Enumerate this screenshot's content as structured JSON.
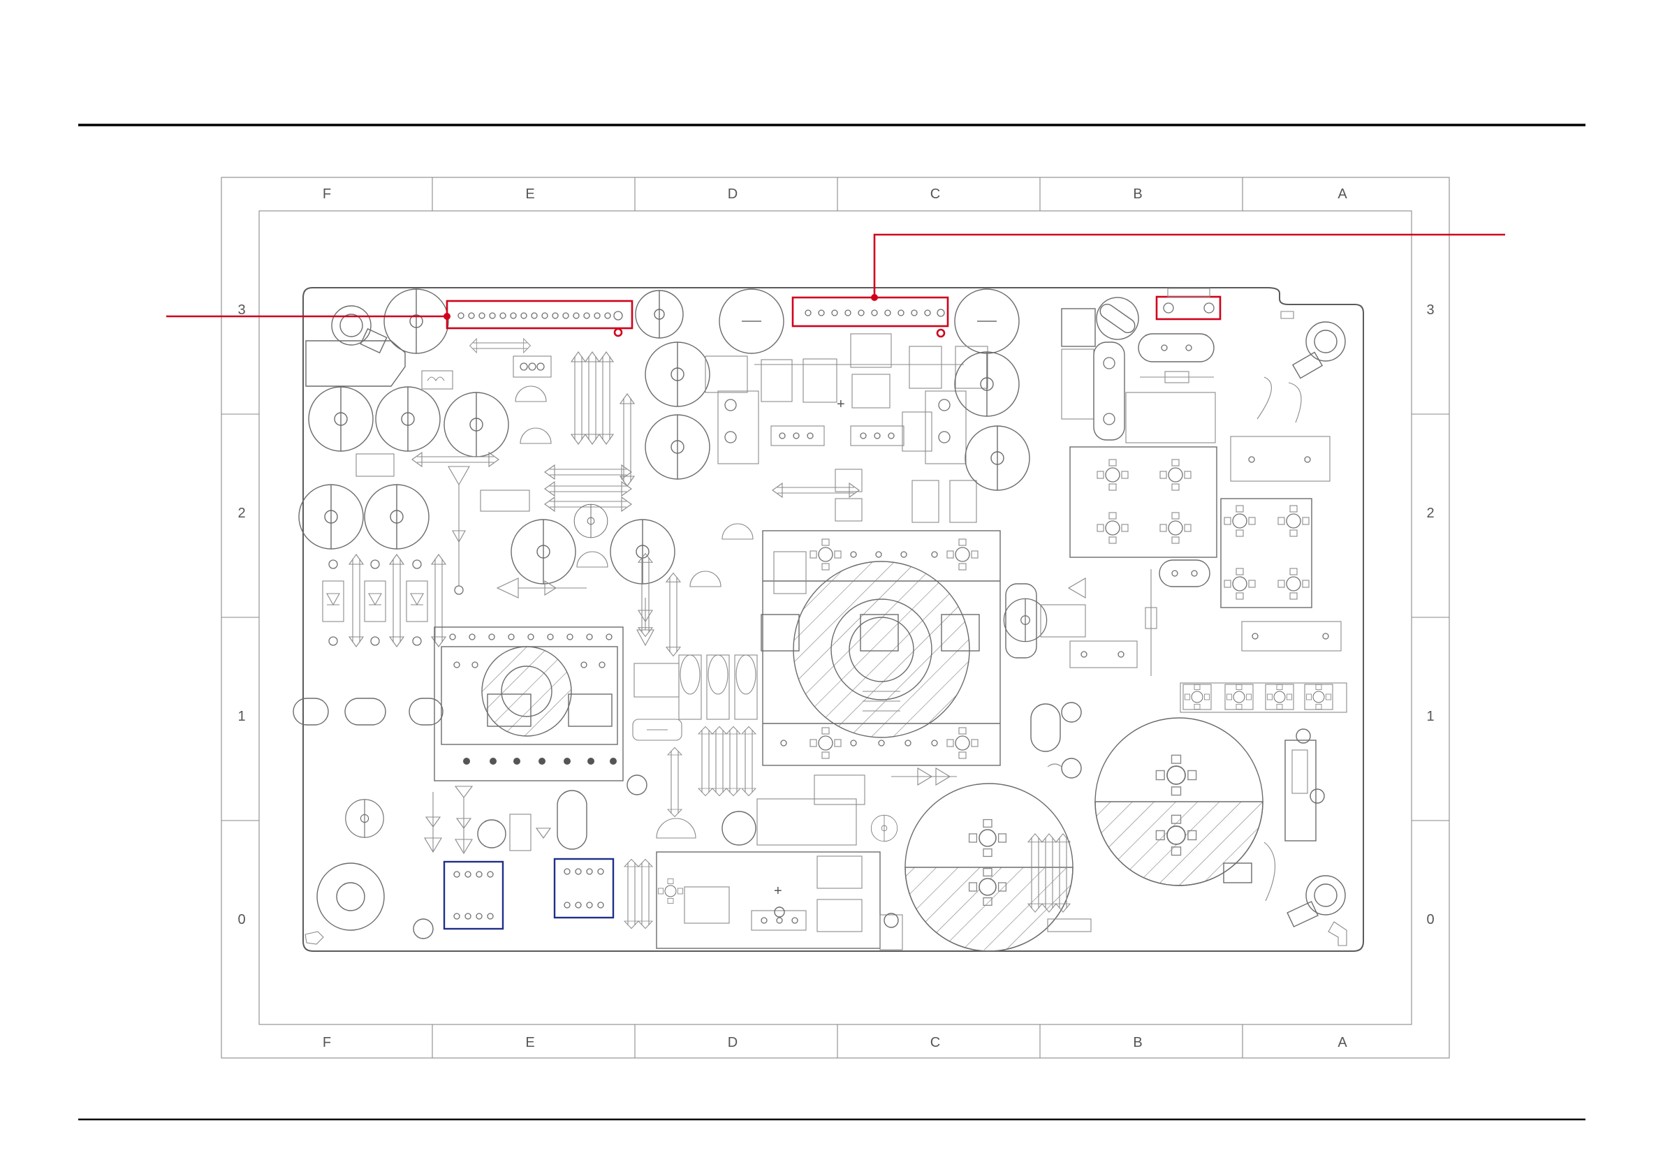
{
  "diagram": {
    "columns": [
      "F",
      "E",
      "D",
      "C",
      "B",
      "A"
    ],
    "rows": [
      "3",
      "2",
      "1",
      "0"
    ],
    "colors": {
      "highlight_red": "#d0021b",
      "highlight_blue": "#1f2f88",
      "outline_gray": "#6b6b6b"
    },
    "highlights": [
      {
        "name": "connector-top-left",
        "color": "red"
      },
      {
        "name": "connector-top-center",
        "color": "red"
      },
      {
        "name": "connector-top-right",
        "color": "red"
      },
      {
        "name": "ic-bottom-left",
        "color": "blue"
      },
      {
        "name": "ic-bottom-center",
        "color": "blue"
      }
    ]
  }
}
